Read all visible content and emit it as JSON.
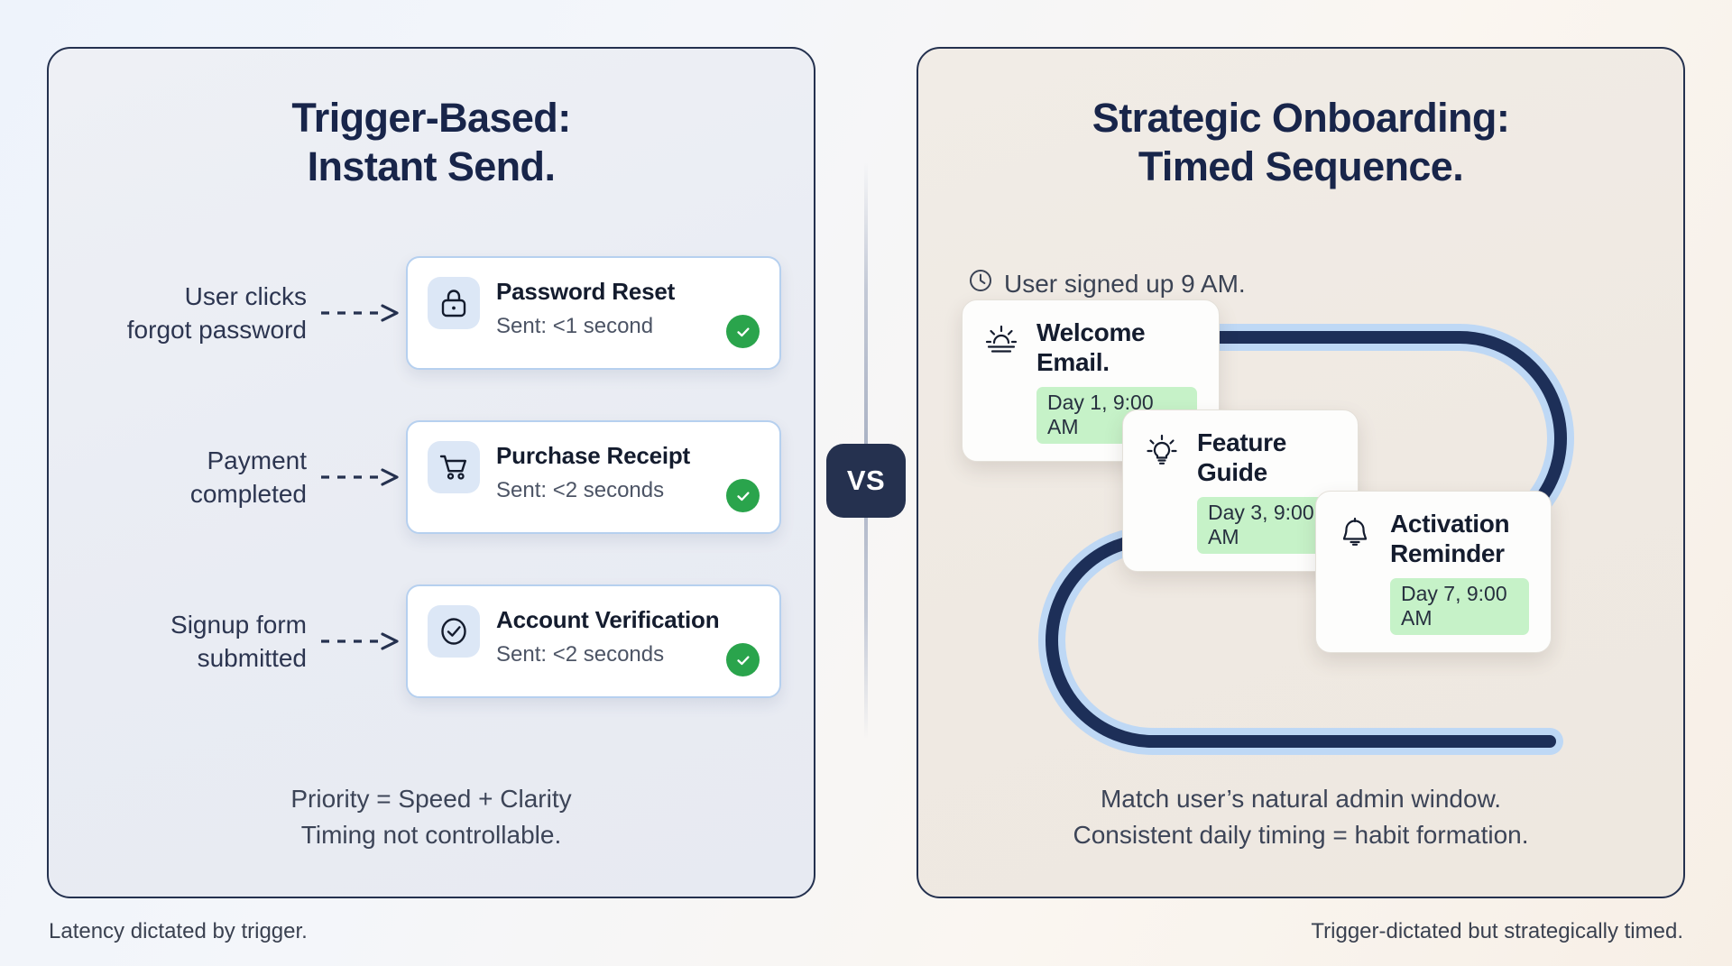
{
  "colors": {
    "navy": "#18254a",
    "card_border_blue": "#b6d0ef",
    "check_green": "#2aa44c",
    "badge_green": "#c6f2c8",
    "path_dark": "#1d2f58",
    "path_glow": "#bed8f5"
  },
  "left": {
    "title_line1": "Trigger-Based:",
    "title_line2": "Instant Send.",
    "rows": [
      {
        "label_line1": "User clicks",
        "label_line2": "forgot password",
        "icon": "lock-icon",
        "title": "Password Reset",
        "status": "Sent: <1 second",
        "check": "check-icon"
      },
      {
        "label_line1": "Payment",
        "label_line2": "completed",
        "icon": "shopping-cart-icon",
        "title": "Purchase Receipt",
        "status": "Sent: <2 seconds",
        "check": "check-icon"
      },
      {
        "label_line1": "Signup form",
        "label_line2": "submitted",
        "icon": "check-circle-icon",
        "title": "Account Verification",
        "status": "Sent: <2 seconds",
        "check": "check-icon"
      }
    ],
    "note_line1": "Priority = Speed + Clarity",
    "note_line2": "Timing not controllable.",
    "footnote": "Latency dictated by trigger."
  },
  "right": {
    "title_line1": "Strategic Onboarding:",
    "title_line2": "Timed Sequence.",
    "signup_icon": "clock-icon",
    "signup_text": "User signed up 9 AM.",
    "steps": [
      {
        "icon": "sunrise-icon",
        "title": "Welcome Email.",
        "badge": "Day 1, 9:00 AM"
      },
      {
        "icon": "lightbulb-icon",
        "title": "Feature Guide",
        "badge": "Day 3, 9:00 AM"
      },
      {
        "icon": "bell-icon",
        "title": "Activation Reminder",
        "badge": "Day 7, 9:00 AM"
      }
    ],
    "note_line1": "Match user’s natural admin window.",
    "note_line2": "Consistent daily timing = habit formation.",
    "footnote": "Trigger-dictated but strategically timed."
  },
  "divider": {
    "vs_label": "VS"
  }
}
